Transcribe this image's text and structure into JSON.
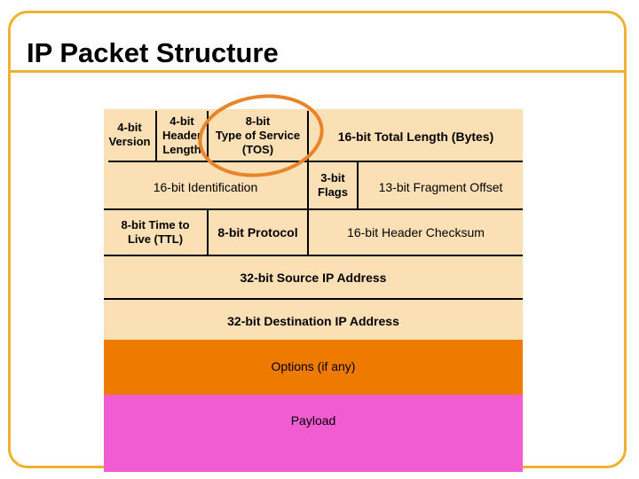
{
  "title": "IP Packet Structure",
  "fields": {
    "version": "4-bit\nVersion",
    "header_length": "4-bit\nHeader\nLength",
    "tos": "8-bit\nType of Service\n(TOS)",
    "total_length": "16-bit Total Length (Bytes)",
    "identification": "16-bit Identification",
    "flags": "3-bit\nFlags",
    "fragment_offset": "13-bit Fragment Offset",
    "ttl": "8-bit Time to\nLive (TTL)",
    "protocol": "8-bit Protocol",
    "checksum": "16-bit Header Checksum",
    "source_ip": "32-bit Source IP Address",
    "destination_ip": "32-bit Destination IP Address",
    "options": "Options (if any)",
    "payload": "Payload"
  },
  "colors": {
    "frame": "#f0b22e",
    "header_fill": "#fbe0b6",
    "options_fill": "#ef7a00",
    "payload_fill": "#f15cd3",
    "highlight_circle": "#e8842a"
  }
}
